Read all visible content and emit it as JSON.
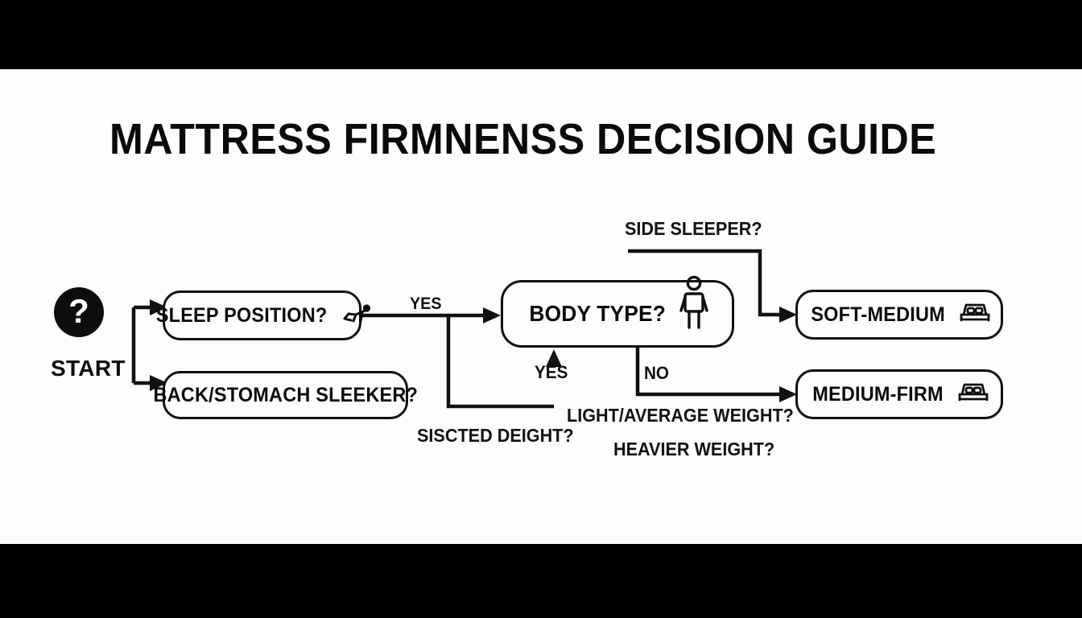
{
  "page": {
    "title": "MATTRESS FIRMNENSS DECISION GUIDE",
    "background_color": "#fdfdfd",
    "letterbox_color": "#000000",
    "ink_color": "#111111"
  },
  "start": {
    "icon": "question-mark-icon",
    "glyph": "?",
    "label": "START"
  },
  "nodes": [
    {
      "id": "sleep-position",
      "label": "SLEEP POSITION?",
      "icon": "crawling-person-icon"
    },
    {
      "id": "back-stomach",
      "label": "BACK/STOMACH SLEEKER?",
      "icon": "none"
    },
    {
      "id": "body-type",
      "label": "BODY TYPE?",
      "icon": "standing-person-icon"
    },
    {
      "id": "soft-medium",
      "label": "SOFT-MEDIUM",
      "icon": "bed-icon"
    },
    {
      "id": "medium-firm",
      "label": "MEDIUM-FIRM",
      "icon": "bed-icon"
    }
  ],
  "edge_labels": {
    "side_sleeper": "SIDE SLEEPER?",
    "yes_top": "YES",
    "yes_mid": "YES",
    "no": "NO",
    "sisct_weight": "SISCTED DEIGHT?",
    "light_average": "LIGHT/AVERAGE WEIGHT?",
    "heavier": "HEAVIER WEIGHT?"
  },
  "chart_data": {
    "type": "diagram",
    "title": "MATTRESS FIRMNENSS DECISION GUIDE",
    "diagram_kind": "decision-flowchart",
    "nodes": [
      {
        "id": "start",
        "text": "START",
        "shape": "circle"
      },
      {
        "id": "sleep-position",
        "text": "SLEEP POSITION?",
        "shape": "rounded-rect"
      },
      {
        "id": "back-stomach",
        "text": "BACK/STOMACH SLEEKER?",
        "shape": "rounded-rect"
      },
      {
        "id": "body-type",
        "text": "BODY TYPE?",
        "shape": "rounded-rect"
      },
      {
        "id": "soft-medium",
        "text": "SOFT-MEDIUM",
        "shape": "rounded-rect"
      },
      {
        "id": "medium-firm",
        "text": "MEDIUM-FIRM",
        "shape": "rounded-rect"
      }
    ],
    "edges": [
      {
        "from": "start",
        "to": "sleep-position",
        "label": ""
      },
      {
        "from": "start",
        "to": "back-stomach",
        "label": ""
      },
      {
        "from": "sleep-position",
        "to": "body-type",
        "label": "YES"
      },
      {
        "from": "side-sleeper",
        "to": "soft-medium",
        "label": "SIDE SLEEPER?"
      },
      {
        "from": "body-type",
        "to": "medium-firm",
        "label": "NO"
      },
      {
        "from": "weight-branch",
        "to": "body-type",
        "label": "YES"
      }
    ],
    "annotations": [
      "SISCTED DEIGHT?",
      "LIGHT/AVERAGE WEIGHT?",
      "HEAVIER WEIGHT?"
    ]
  }
}
